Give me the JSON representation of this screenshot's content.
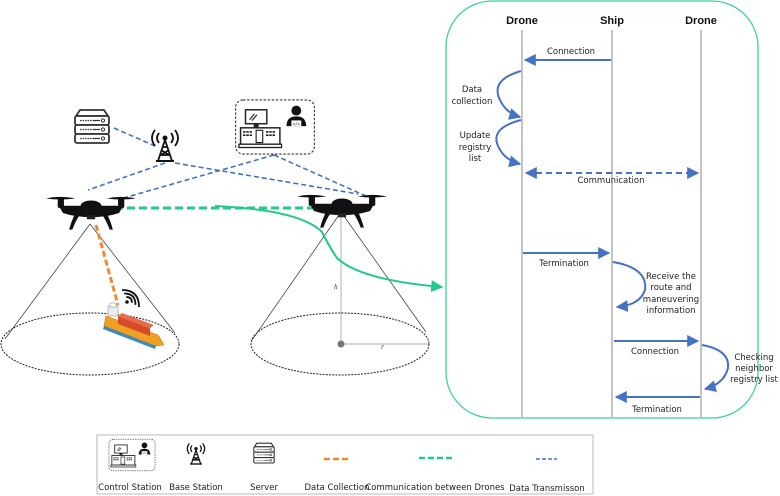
{
  "colors": {
    "data_collection": "#f08a32",
    "drone_comm": "#22c98a",
    "data_transmission": "#4472c4",
    "sequence_arrow": "#4472c4",
    "panel_border": "#3ad29f",
    "lifeline": "#888888"
  },
  "scene": {
    "icons": [
      "server-icon",
      "base-station-icon",
      "control-station-icon",
      "drone-icon",
      "drone-icon",
      "ship-icon",
      "wifi-icon"
    ],
    "cone_labels": {
      "height": "h",
      "radius": "r"
    }
  },
  "sequence": {
    "lifelines": [
      {
        "id": "drone1",
        "label": "Drone"
      },
      {
        "id": "ship",
        "label": "Ship"
      },
      {
        "id": "drone2",
        "label": "Drone"
      }
    ],
    "messages": [
      {
        "from": "ship",
        "to": "drone1",
        "label": "Connection",
        "style": "solid"
      },
      {
        "from": "drone1",
        "to": "drone1",
        "label": "Data collection",
        "style": "self"
      },
      {
        "from": "drone1",
        "to": "drone1",
        "label": "Update registry list",
        "style": "self"
      },
      {
        "from": "drone1",
        "to": "drone2",
        "label": "Communication",
        "style": "dashed-bidirectional"
      },
      {
        "from": "drone1",
        "to": "ship",
        "label": "Termination",
        "style": "solid"
      },
      {
        "from": "ship",
        "to": "ship",
        "label": "Receive the route and maneuvering information",
        "style": "self"
      },
      {
        "from": "ship",
        "to": "drone2",
        "label": "Connection",
        "style": "solid"
      },
      {
        "from": "drone2",
        "to": "drone2",
        "label": "Checking neighbor registry list",
        "style": "self"
      },
      {
        "from": "drone2",
        "to": "ship",
        "label": "Termination",
        "style": "solid"
      }
    ],
    "self_labels": {
      "data_collection": [
        "Data",
        "collection"
      ],
      "update_registry": [
        "Update",
        "registry",
        "list"
      ],
      "receive_route": [
        "Receive the",
        "route and",
        "maneuvering",
        "information"
      ],
      "checking_neighbor": [
        "Checking",
        "neighbor",
        "registry list"
      ]
    }
  },
  "legend": {
    "items": [
      {
        "label": "Control Station",
        "icon": "control-station-icon"
      },
      {
        "label": "Base Station",
        "icon": "base-station-icon"
      },
      {
        "label": "Server",
        "icon": "server-icon"
      },
      {
        "label": "Data Collection",
        "icon": "orange-dash-line"
      },
      {
        "label": "Communication between Drones",
        "icon": "green-dash-line"
      },
      {
        "label": "Data Transmisson",
        "icon": "blue-dash-line"
      }
    ]
  }
}
